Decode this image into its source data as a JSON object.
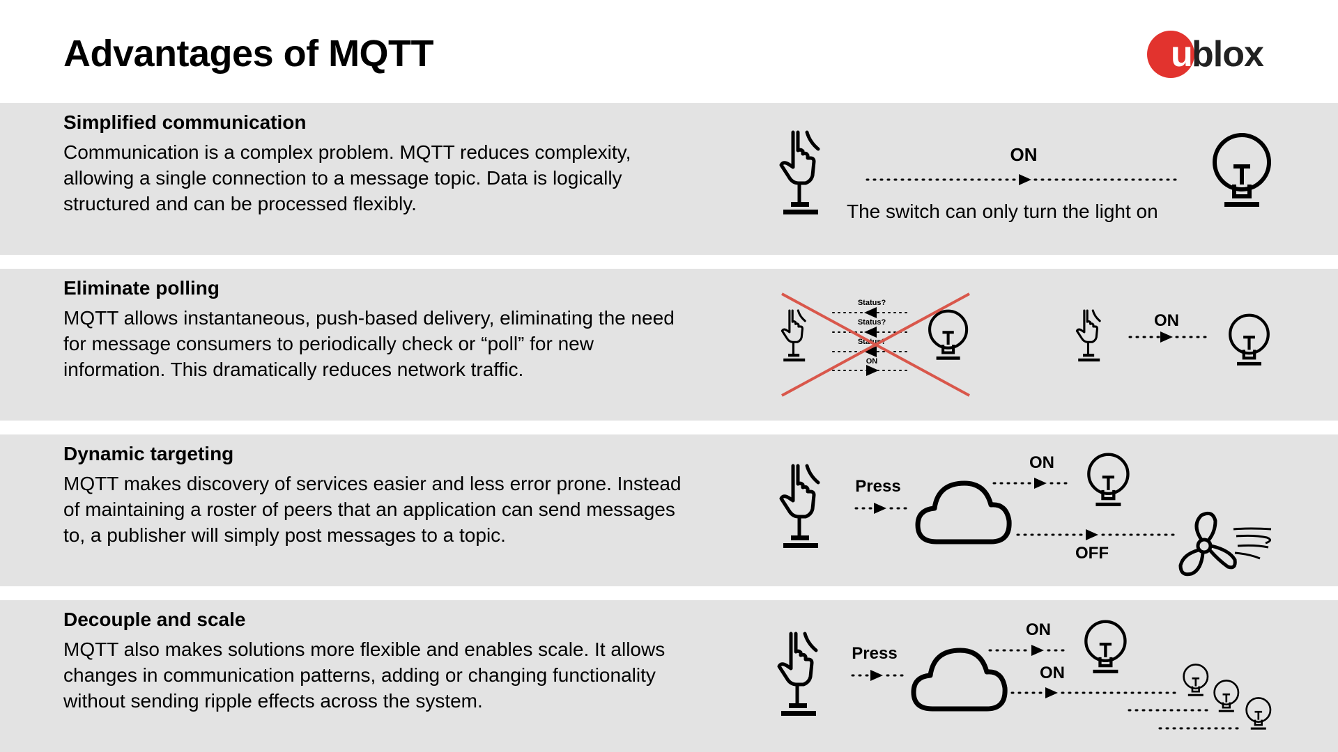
{
  "page": {
    "title": "Advantages of MQTT"
  },
  "logo": {
    "letter": "u",
    "rest": "blox",
    "accent_color": "#e2332e"
  },
  "colors": {
    "band_background": "#e3e3e3",
    "cross_out": "#d9574b"
  },
  "sections": [
    {
      "heading": "Simplified communication",
      "body": "Communication is a complex problem. MQTT reduces complexity, allowing a single connection to a message topic. Data is logically structured and can be processed flexibly.",
      "diagram": {
        "on_label": "ON",
        "caption": "The switch can only turn the light on"
      }
    },
    {
      "heading": "Eliminate polling",
      "body": "MQTT allows instantaneous, push-based delivery, eliminating the need for message consumers to periodically check or “poll” for new information. This dramatically reduces network traffic.",
      "diagram": {
        "status_label_1": "Status?",
        "status_label_2": "Status?",
        "status_label_3": "Status?",
        "on_small": "ON",
        "on_label": "ON"
      }
    },
    {
      "heading": "Dynamic targeting",
      "body": "MQTT makes discovery of services easier and less error prone. Instead of maintaining a roster of peers that an application can send messages to, a publisher will simply post messages to a topic.",
      "diagram": {
        "press_label": "Press",
        "on_label": "ON",
        "off_label": "OFF"
      }
    },
    {
      "heading": "Decouple and scale",
      "body": "MQTT also makes solutions more flexible and enables scale. It allows changes in communication patterns, adding or changing functionality without sending ripple effects across the system.",
      "diagram": {
        "press_label": "Press",
        "on_label_1": "ON",
        "on_label_2": "ON"
      }
    }
  ]
}
